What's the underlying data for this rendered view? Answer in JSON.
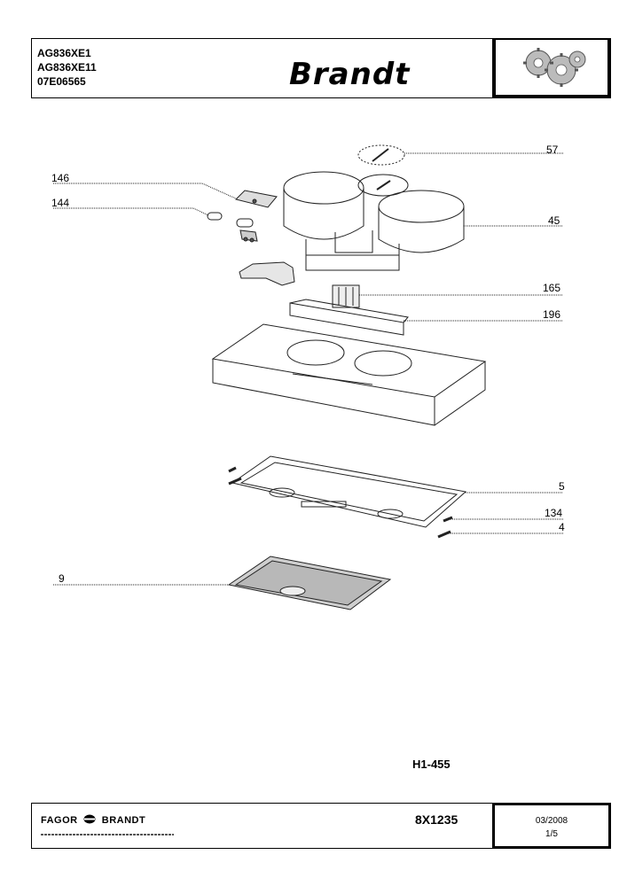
{
  "header": {
    "models": [
      "AG836XE1",
      "AG836XE11",
      "07E06565"
    ],
    "brand": "Brandt"
  },
  "callouts": {
    "c57": "57",
    "c146": "146",
    "c144": "144",
    "c45": "45",
    "c165": "165",
    "c196": "196",
    "c5": "5",
    "c134": "134",
    "c4": "4",
    "c9": "9"
  },
  "drawing_code": "H1-455",
  "footer": {
    "company": "FAGOR",
    "company2": "BRANDT",
    "reference": "8X1235",
    "date": "03/2008",
    "page": "1/5"
  }
}
